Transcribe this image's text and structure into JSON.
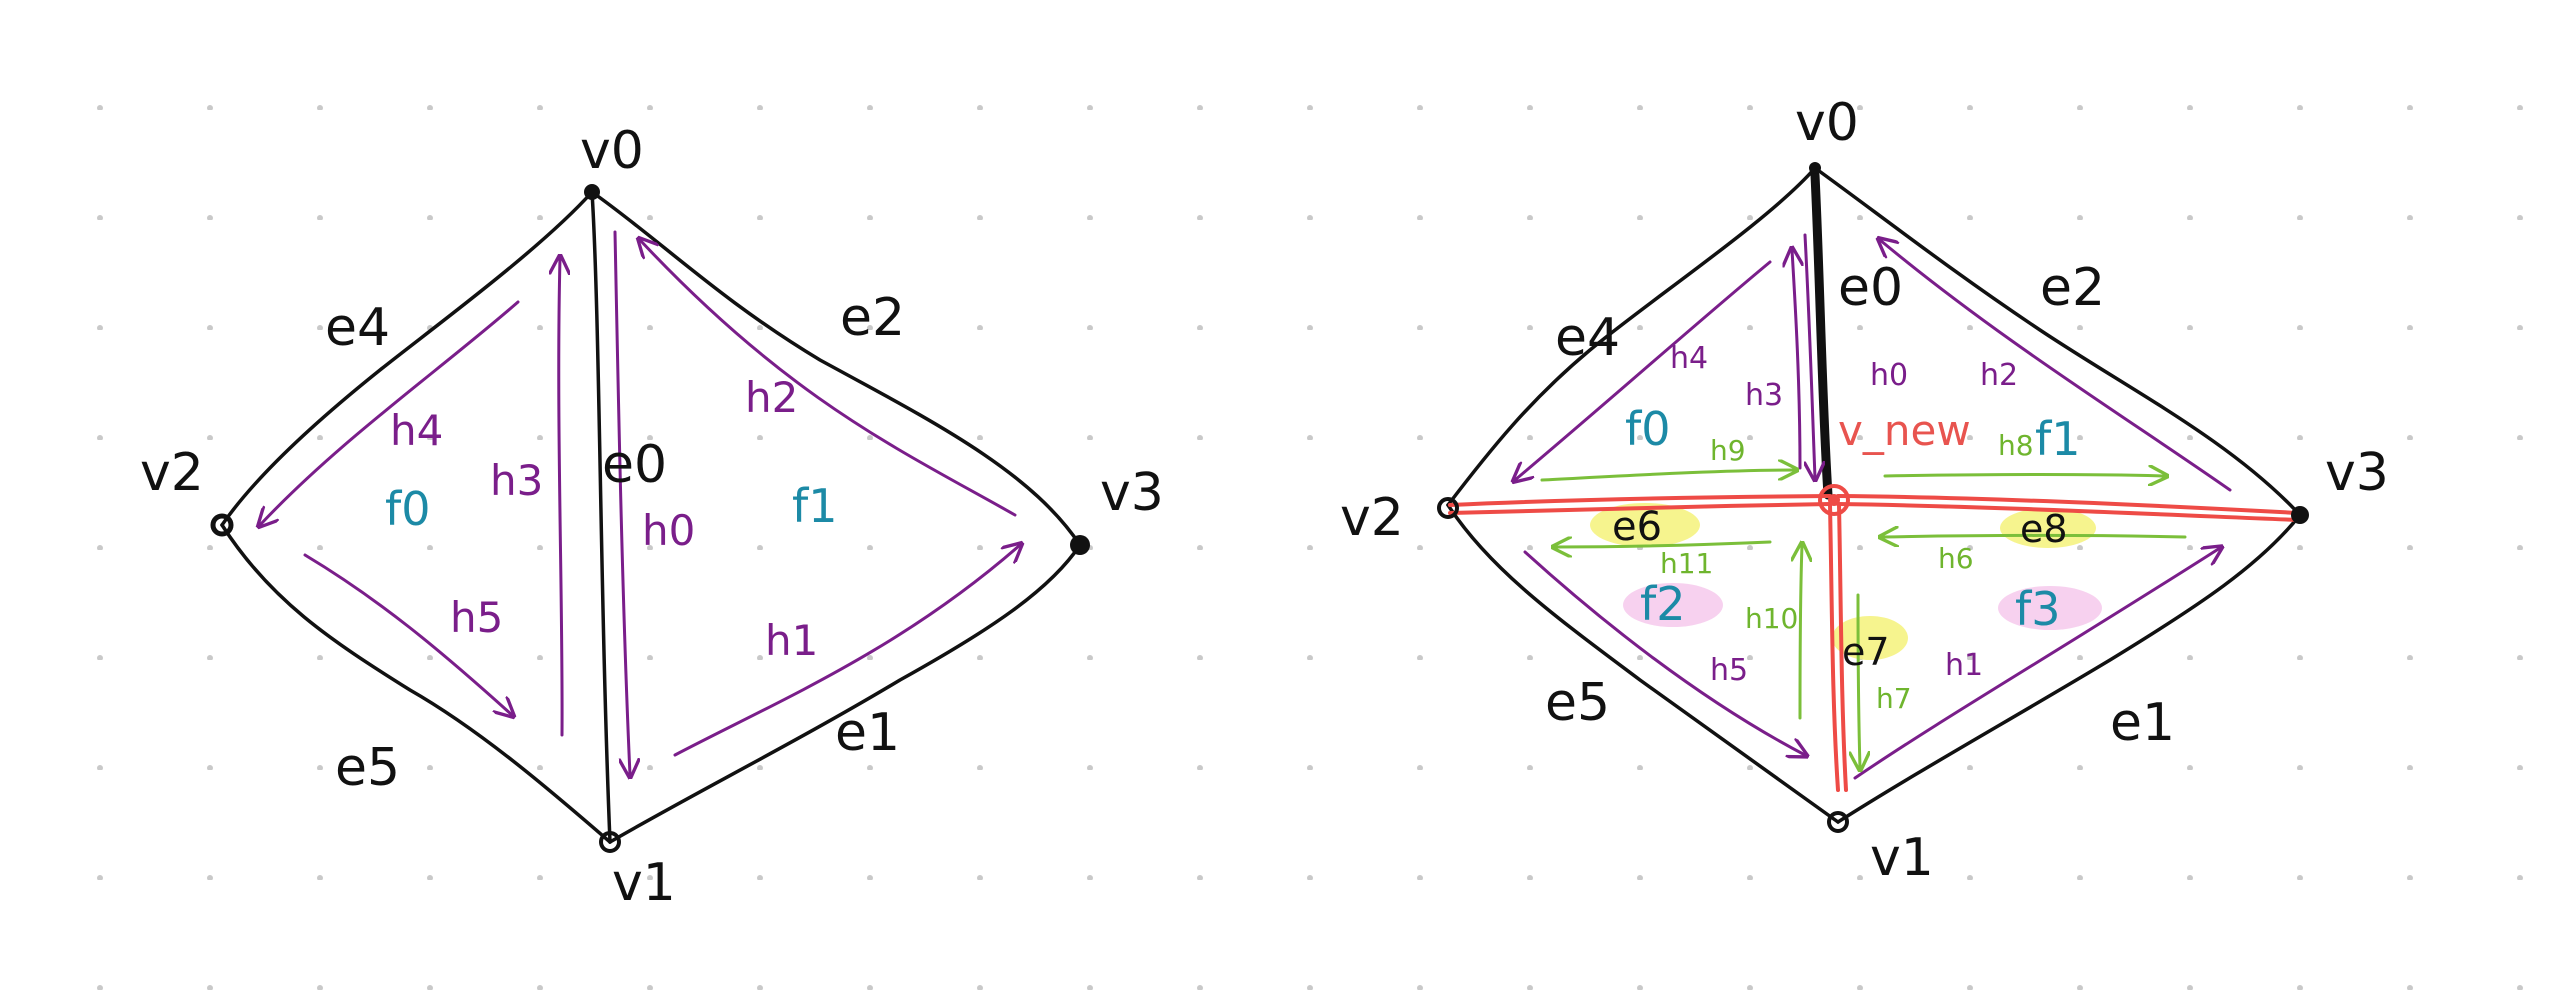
{
  "left": {
    "vertices": {
      "v0": "v0",
      "v1": "v1",
      "v2": "v2",
      "v3": "v3"
    },
    "edges": {
      "e0": "e0",
      "e1": "e1",
      "e2": "e2",
      "e4": "e4",
      "e5": "e5"
    },
    "faces": {
      "f0": "f0",
      "f1": "f1"
    },
    "halfedges": {
      "h0": "h0",
      "h1": "h1",
      "h2": "h2",
      "h3": "h3",
      "h4": "h4",
      "h5": "h5"
    }
  },
  "right": {
    "vertices": {
      "v0": "v0",
      "v1": "v1",
      "v2": "v2",
      "v3": "v3",
      "v_new": "v_new"
    },
    "edges": {
      "e0": "e0",
      "e1": "e1",
      "e2": "e2",
      "e4": "e4",
      "e5": "e5",
      "e6": "e6",
      "e7": "e7",
      "e8": "e8"
    },
    "faces": {
      "f0": "f0",
      "f1": "f1",
      "f2": "f2",
      "f3": "f3"
    },
    "halfedges": {
      "h0": "h0",
      "h1": "h1",
      "h2": "h2",
      "h3": "h3",
      "h4": "h4",
      "h5": "h5",
      "h6": "h6",
      "h7": "h7",
      "h8": "h8",
      "h9": "h9",
      "h10": "h10",
      "h11": "h11"
    }
  },
  "colors": {
    "edge": "#111111",
    "halfedge_old": "#7a1e8a",
    "halfedge_new": "#7bbf3a",
    "face_label": "#1c8aa6",
    "new_element": "#ee4b46",
    "highlight_yellow": "#f4f27a",
    "highlight_pink": "#f6c9ec"
  }
}
